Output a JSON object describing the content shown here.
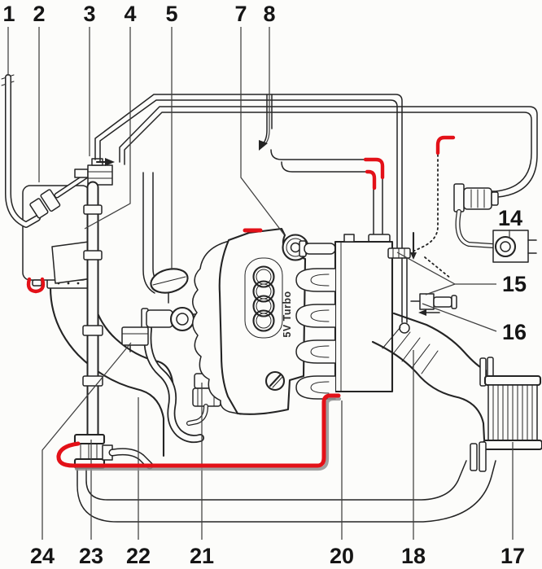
{
  "diagram": {
    "type": "engine vacuum and breather hose routing diagram, 1.8L 5V Turbo engine, line art with red highlighted hoses",
    "cover_badge": {
      "rings_icon": "audi-four-rings",
      "text": "5V Turbo"
    },
    "callouts_top": [
      "1",
      "2",
      "3",
      "4",
      "5",
      "7",
      "8"
    ],
    "callouts_right": [
      "14",
      "15",
      "16"
    ],
    "callouts_bottom": [
      "24",
      "23",
      "22",
      "21",
      "20",
      "18",
      "17"
    ],
    "colors": {
      "background": "#fcfcfa",
      "line": "#242424",
      "leader": "#3f3f3f",
      "highlight": "#e31118",
      "shadow": "#8f8f8f",
      "label": "#151515"
    }
  }
}
